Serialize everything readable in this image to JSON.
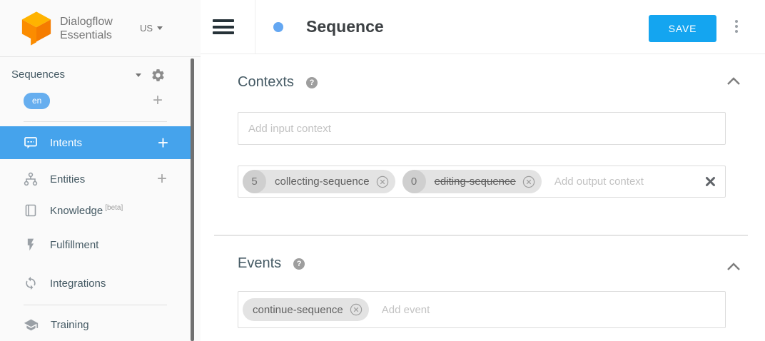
{
  "brand": {
    "line1": "Dialogflow",
    "line2": "Essentials",
    "region": "US"
  },
  "sidebar": {
    "agent": "Sequences",
    "lang_badge": "en",
    "items": {
      "intents": "Intents",
      "entities": "Entities",
      "knowledge": "Knowledge",
      "knowledge_badge": "[beta]",
      "fulfillment": "Fulfillment",
      "integrations": "Integrations",
      "training": "Training"
    }
  },
  "header": {
    "title": "Sequence",
    "save": "SAVE"
  },
  "contexts": {
    "title": "Contexts",
    "input_placeholder": "Add input context",
    "output_placeholder": "Add output context",
    "chips": [
      {
        "lifespan": "5",
        "name": "collecting-sequence"
      },
      {
        "lifespan": "0",
        "name": "editing-sequence"
      }
    ]
  },
  "events": {
    "title": "Events",
    "placeholder": "Add event",
    "chips": [
      {
        "name": "continue-sequence"
      }
    ]
  },
  "help_glyph": "?",
  "colors": {
    "accent_blue": "#45A3EC",
    "save_blue": "#14A5F0",
    "brand_orange": "#F57C00",
    "lang_blue": "#66AEEF"
  }
}
